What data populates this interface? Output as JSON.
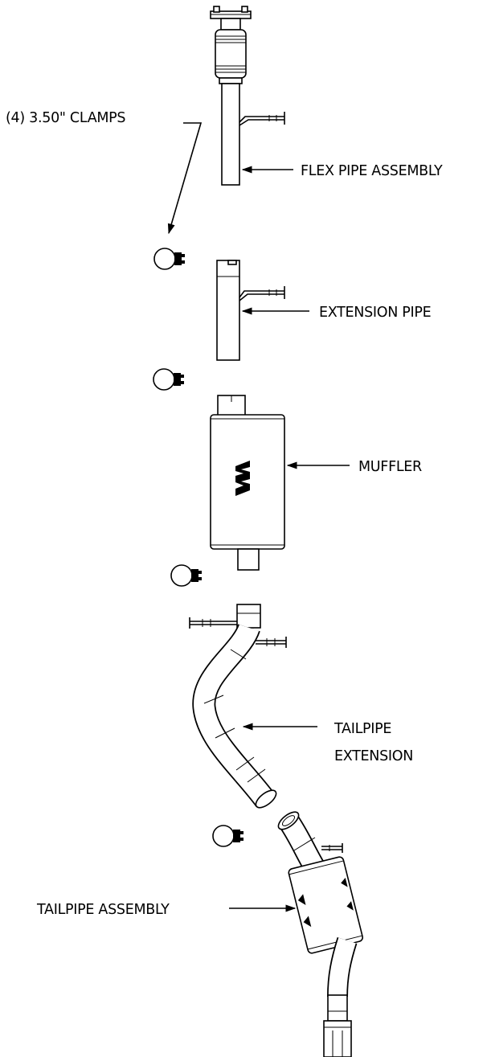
{
  "labels": {
    "clamps": "(4) 3.50\" CLAMPS",
    "flex_pipe": "FLEX PIPE ASSEMBLY",
    "extension_pipe": "EXTENSION PIPE",
    "muffler": "MUFFLER",
    "tailpipe_extension_line1": "TAILPIPE",
    "tailpipe_extension_line2": "EXTENSION",
    "tailpipe_assembly": "TAILPIPE ASSEMBLY"
  }
}
